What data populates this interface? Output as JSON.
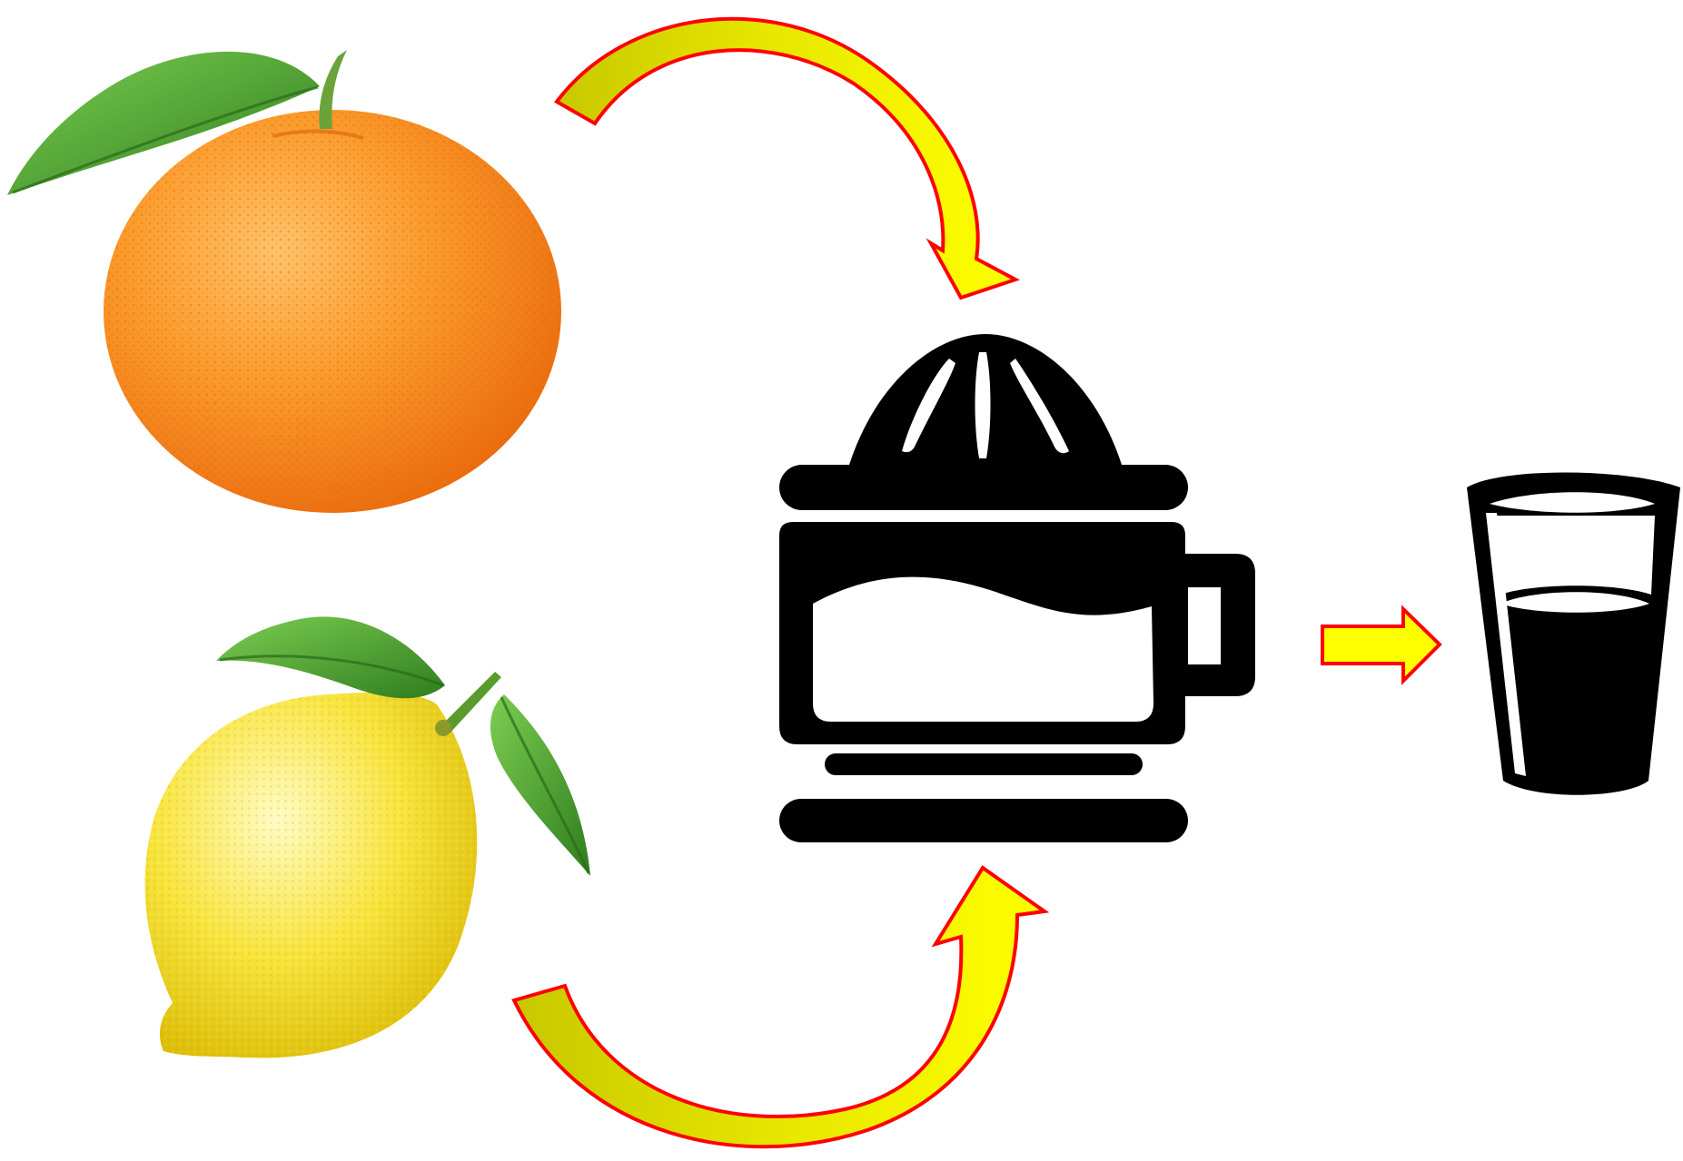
{
  "diagram": {
    "nodes": [
      {
        "id": "orange",
        "kind": "fruit",
        "icon": "orange-fruit-icon"
      },
      {
        "id": "lemon",
        "kind": "fruit",
        "icon": "lemon-fruit-icon"
      },
      {
        "id": "juicer",
        "kind": "appliance",
        "icon": "citrus-juicer-icon"
      },
      {
        "id": "glass",
        "kind": "result",
        "icon": "juice-glass-icon"
      }
    ],
    "edges": [
      {
        "from": "orange",
        "to": "juicer",
        "style": "curved-arrow"
      },
      {
        "from": "lemon",
        "to": "juicer",
        "style": "curved-arrow"
      },
      {
        "from": "juicer",
        "to": "glass",
        "style": "straight-arrow"
      }
    ]
  },
  "colors": {
    "arrow_fill": "#ffff00",
    "arrow_fill_shade": "#c8c800",
    "arrow_stroke": "#ff0000",
    "icon_black": "#000000",
    "orange_light": "#ffb347",
    "orange_mid": "#f98e1d",
    "orange_dark": "#e8650a",
    "lemon_light": "#fff7a0",
    "lemon_mid": "#f7e23a",
    "lemon_dark": "#d9b800",
    "leaf_light": "#6fc24a",
    "leaf_dark": "#2f7d1e",
    "stem": "#5a9b2e"
  }
}
